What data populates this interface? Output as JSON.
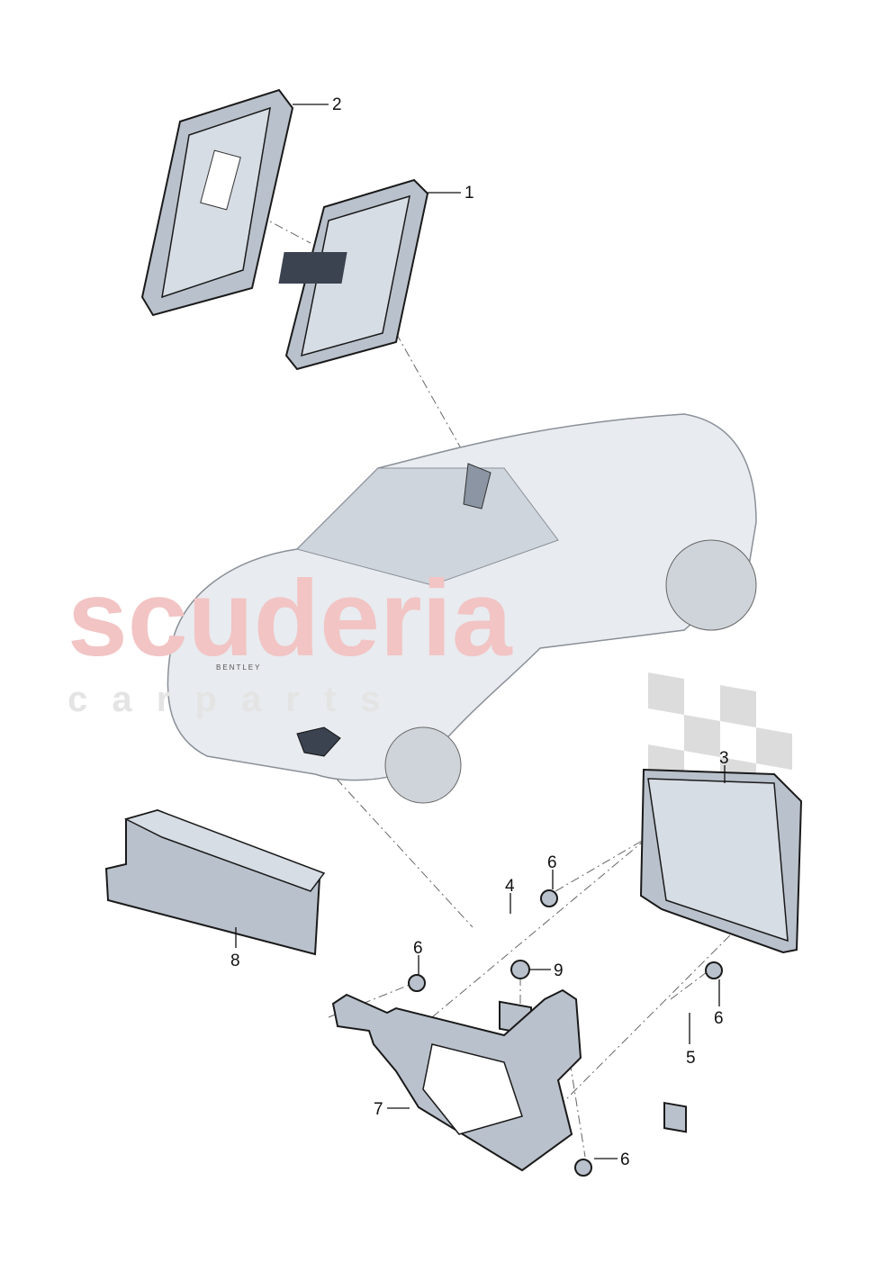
{
  "watermark": {
    "brand": "scuderia",
    "sub": "c a r   p a r t s",
    "brand_color": "#f2c4c4",
    "sub_color": "#e4e4e4"
  },
  "callouts": [
    {
      "id": "2",
      "label": "2"
    },
    {
      "id": "1",
      "label": "1"
    },
    {
      "id": "3",
      "label": "3"
    },
    {
      "id": "4",
      "label": "4"
    },
    {
      "id": "6a",
      "label": "6"
    },
    {
      "id": "6b",
      "label": "6"
    },
    {
      "id": "9",
      "label": "9"
    },
    {
      "id": "8",
      "label": "8"
    },
    {
      "id": "6c",
      "label": "6"
    },
    {
      "id": "5",
      "label": "5"
    },
    {
      "id": "7",
      "label": "7"
    },
    {
      "id": "6d",
      "label": "6"
    }
  ],
  "car_badge": "BENTLEY"
}
